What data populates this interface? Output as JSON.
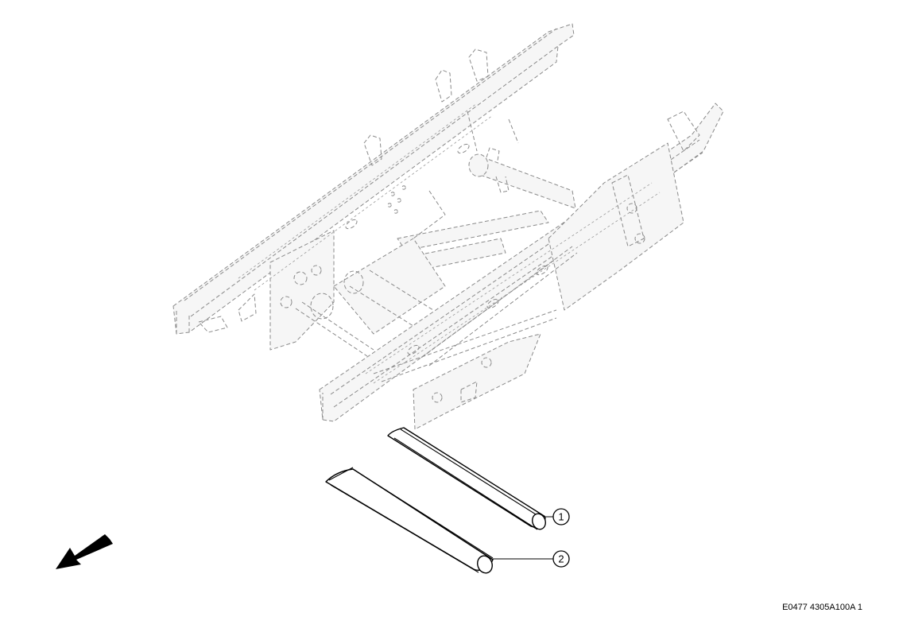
{
  "callouts": [
    {
      "label": "1"
    },
    {
      "label": "2"
    }
  ],
  "reference_code": "E0477 4305A100A 1",
  "direction_arrow_icon": "arrow-down-left-icon"
}
